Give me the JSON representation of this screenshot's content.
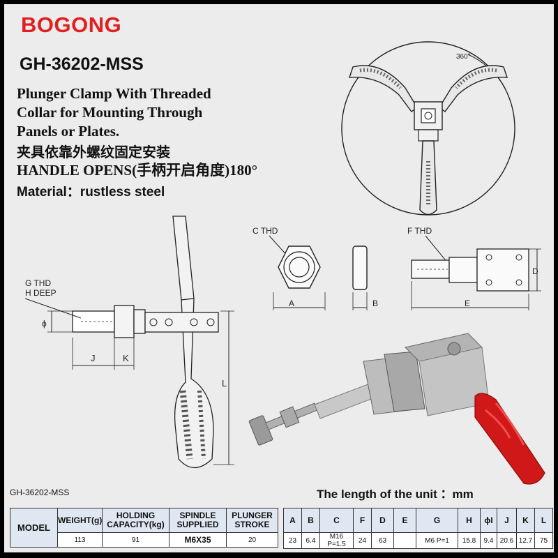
{
  "brand": "BOGONG",
  "model": "GH-36202-MSS",
  "description": {
    "line1": "Plunger Clamp With Threaded",
    "line2": "Collar for Mounting Through",
    "line3": "Panels or Plates.",
    "chinese": "夹具依靠外螺纹固定安装",
    "handle_opens": "HANDLE OPENS(手柄开启角度)180°",
    "material": "Material：rustless steel"
  },
  "diagram_labels": {
    "rotation": "360°",
    "c_thd": "C THD",
    "f_thd": "F THD",
    "g_thd": "G THD",
    "h_deep": "H DEEP",
    "dim_a": "A",
    "dim_b": "B",
    "dim_e": "E",
    "dim_d": "D",
    "dim_j": "J",
    "dim_k": "K",
    "dim_l": "L",
    "dim_phi": "ϕ"
  },
  "unit_note": "The length of the unit ：mm",
  "table_left": {
    "model_label": "MODEL",
    "headers": [
      "WEIGHT(g)",
      "HOLDING CAPACITY(kg)",
      "SPINDLE SUPPLIED",
      "PLUNGER STROKE"
    ],
    "values": [
      "113",
      "91",
      "M6X35",
      "20"
    ]
  },
  "table_right": {
    "headers": [
      "A",
      "B",
      "C",
      "F",
      "D",
      "E",
      "G",
      "H",
      "ϕI",
      "J",
      "K",
      "L"
    ],
    "values": [
      "23",
      "6.4",
      "M16 P=1.5",
      "24",
      "63",
      "",
      "M6 P=1",
      "15.8",
      "9.4",
      "20.6",
      "12.7",
      "75"
    ]
  },
  "colors": {
    "brand_red": "#e02020",
    "grip_red": "#d01818",
    "header_bg": "#dfe8f2",
    "steel": "#b8b8b8"
  }
}
